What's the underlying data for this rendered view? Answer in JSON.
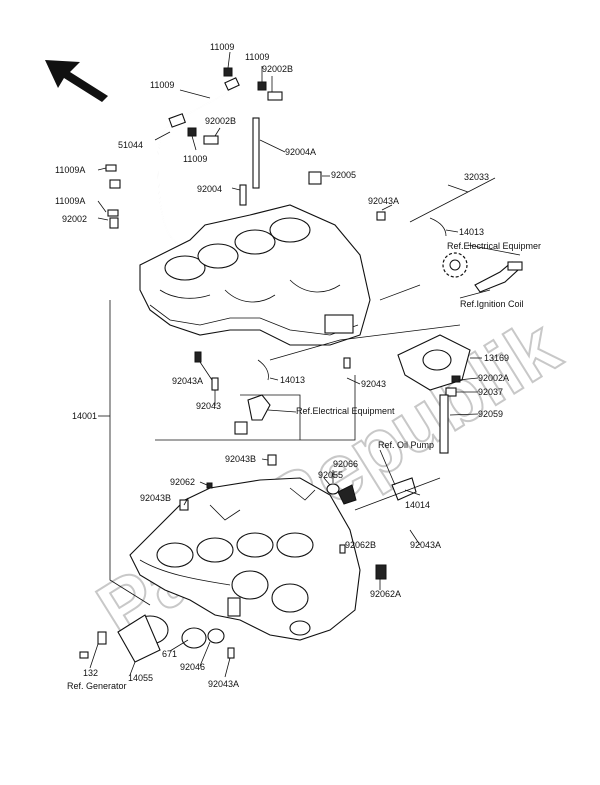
{
  "watermark": "PartsRepublik",
  "labels": [
    {
      "id": "l-11009-a",
      "text": "11009"
    },
    {
      "id": "l-11009-b",
      "text": "11009"
    },
    {
      "id": "l-92002b-a",
      "text": "92002B"
    },
    {
      "id": "l-11009-c",
      "text": "11009"
    },
    {
      "id": "l-92002b-b",
      "text": "92002B"
    },
    {
      "id": "l-51044",
      "text": "51044"
    },
    {
      "id": "l-11009-d",
      "text": "11009"
    },
    {
      "id": "l-92004a",
      "text": "92004A"
    },
    {
      "id": "l-11009a-a",
      "text": "11009A"
    },
    {
      "id": "l-92004",
      "text": "92004"
    },
    {
      "id": "l-92005",
      "text": "92005"
    },
    {
      "id": "l-32033",
      "text": "32033"
    },
    {
      "id": "l-11009a-b",
      "text": "11009A"
    },
    {
      "id": "l-92043a-a",
      "text": "92043A"
    },
    {
      "id": "l-92002",
      "text": "92002"
    },
    {
      "id": "l-14013-a",
      "text": "14013"
    },
    {
      "id": "l-ref-elec-a",
      "text": "Ref.Electrical Equipmer"
    },
    {
      "id": "l-ref-ign",
      "text": "Ref.Ignition Coil"
    },
    {
      "id": "l-13169",
      "text": "13169"
    },
    {
      "id": "l-92043a-b",
      "text": "92043A"
    },
    {
      "id": "l-14013-b",
      "text": "14013"
    },
    {
      "id": "l-92002a",
      "text": "92002A"
    },
    {
      "id": "l-92043-a",
      "text": "92043"
    },
    {
      "id": "l-92037",
      "text": "92037"
    },
    {
      "id": "l-92043-b",
      "text": "92043"
    },
    {
      "id": "l-ref-elec-b",
      "text": "Ref.Electrical Equipment"
    },
    {
      "id": "l-14001",
      "text": "14001"
    },
    {
      "id": "l-92059",
      "text": "92059"
    },
    {
      "id": "l-ref-oil",
      "text": "Ref. Oil Pump"
    },
    {
      "id": "l-92043b-a",
      "text": "92043B"
    },
    {
      "id": "l-92066",
      "text": "92066"
    },
    {
      "id": "l-92062-a",
      "text": "92062"
    },
    {
      "id": "l-92055",
      "text": "92055"
    },
    {
      "id": "l-92043b-b",
      "text": "92043B"
    },
    {
      "id": "l-14014",
      "text": "14014"
    },
    {
      "id": "l-92062b",
      "text": "92062B"
    },
    {
      "id": "l-92043a-c",
      "text": "92043A"
    },
    {
      "id": "l-92062a",
      "text": "92062A"
    },
    {
      "id": "l-671",
      "text": "671"
    },
    {
      "id": "l-132",
      "text": "132"
    },
    {
      "id": "l-ref-gen",
      "text": "Ref. Generator"
    },
    {
      "id": "l-14055",
      "text": "14055"
    },
    {
      "id": "l-92046",
      "text": "92046"
    },
    {
      "id": "l-92043a-d",
      "text": "92043A"
    }
  ]
}
